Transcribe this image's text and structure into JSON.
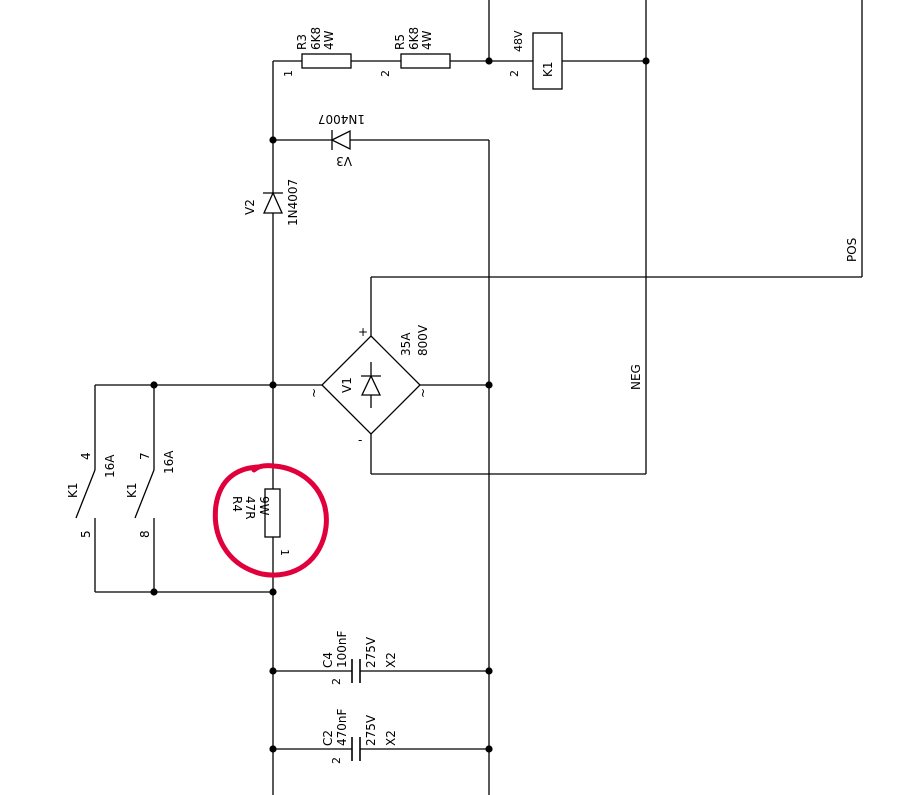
{
  "colors": {
    "wire": "#000000",
    "highlight": "#e0003c",
    "background": "#ffffff"
  },
  "resistors": {
    "r3": {
      "name": "R3",
      "value": "6K8",
      "power": "4W",
      "pin1": "1"
    },
    "r5": {
      "name": "R5",
      "value": "6K8",
      "power": "4W",
      "pin2": "2"
    },
    "r4": {
      "name": "R4",
      "value": "47R",
      "power": "9W",
      "pin1": "1"
    }
  },
  "relay_coil": {
    "name": "K1",
    "voltage": "48V",
    "pin2": "2"
  },
  "diodes": {
    "v3": {
      "name": "V3",
      "part": "1N4007"
    },
    "v2": {
      "name": "V2",
      "part": "1N4007"
    }
  },
  "bridge": {
    "name": "V1",
    "current": "35A",
    "voltage": "800V",
    "plus": "+",
    "minus": "-",
    "ac1": "~",
    "ac2": "~"
  },
  "contacts": {
    "a": {
      "name": "K1",
      "pin_top": "4",
      "pin_bottom": "5",
      "rating": "16A"
    },
    "b": {
      "name": "K1",
      "pin_top": "7",
      "pin_bottom": "8",
      "rating": "16A"
    }
  },
  "capacitors": {
    "c4": {
      "name": "C4",
      "value": "100nF",
      "voltage": "275V",
      "class": "X2",
      "pin2": "2"
    },
    "c2": {
      "name": "C2",
      "value": "470nF",
      "voltage": "275V",
      "class": "X2",
      "pin2": "2"
    }
  },
  "nets": {
    "pos": "POS",
    "neg": "NEG"
  }
}
